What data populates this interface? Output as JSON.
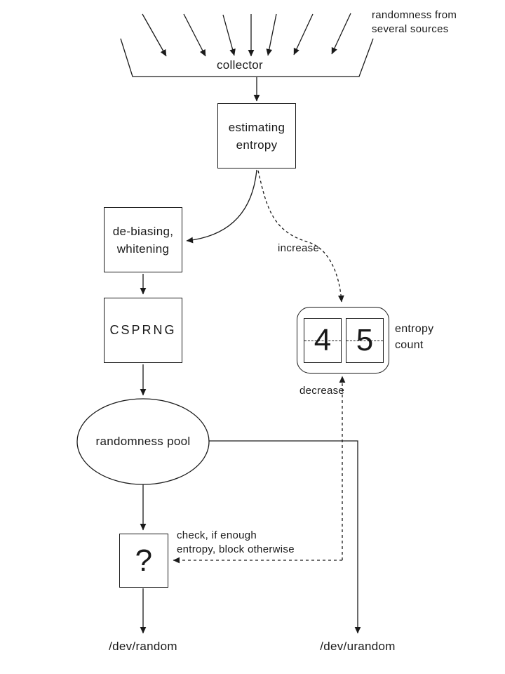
{
  "colors": {
    "ink": "#1a1a1a",
    "background": "#ffffff"
  },
  "diagram": {
    "sources_note": {
      "line1": "randomness from",
      "line2": "several sources"
    },
    "collector": {
      "label": "collector"
    },
    "estimating": {
      "line1": "estimating",
      "line2": "entropy"
    },
    "debiasing": {
      "line1": "de-biasing,",
      "line2": "whitening"
    },
    "csprng": {
      "label": "CSPRNG"
    },
    "increase_label": "increase",
    "decrease_label": "decrease",
    "entropy_counter": {
      "digit1": "4",
      "digit2": "5",
      "label_line1": "entropy",
      "label_line2": "count"
    },
    "pool": {
      "label": "randomness pool"
    },
    "check": {
      "symbol": "?",
      "note_line1": "check, if enough",
      "note_line2": "entropy, block otherwise"
    },
    "outputs": {
      "random": "/dev/random",
      "urandom": "/dev/urandom"
    }
  }
}
